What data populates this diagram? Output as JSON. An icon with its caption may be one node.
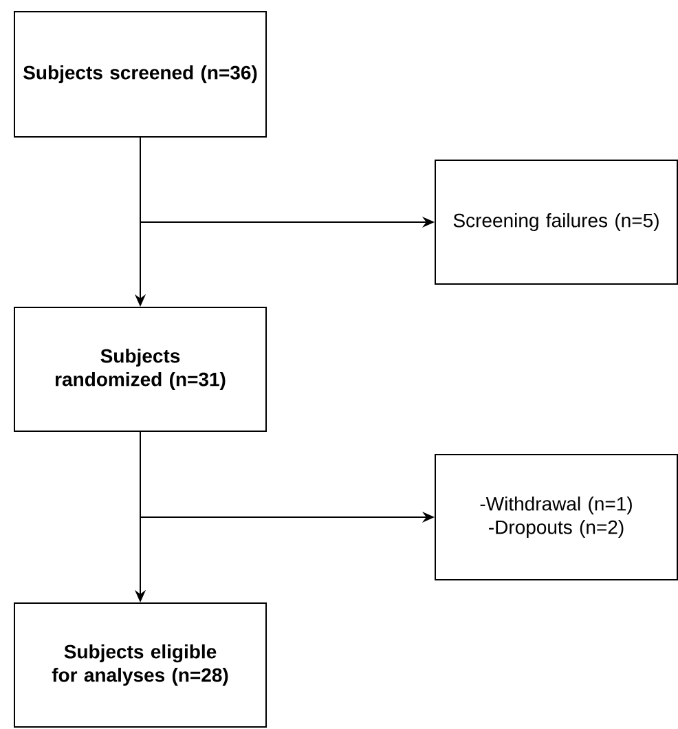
{
  "diagram": {
    "nodes": [
      {
        "text": [
          "Subjects screened (n=36)"
        ]
      },
      {
        "text": [
          "Screening failures (n=5)"
        ]
      },
      {
        "text": [
          "Subjects randomized (n=31)"
        ]
      },
      {
        "text": [
          "-Withdrawal (n=1)",
          "-Dropouts (n=2)"
        ]
      },
      {
        "text": [
          "Subjects eligible for analyses (n=28)"
        ]
      }
    ],
    "edges": [
      {
        "from": 0,
        "to": 2,
        "arrow": "to"
      },
      {
        "from": 0,
        "to": 1,
        "arrow": "to"
      },
      {
        "from": 2,
        "to": 4,
        "arrow": "to"
      },
      {
        "from": 2,
        "to": 3,
        "arrow": "to"
      }
    ]
  }
}
